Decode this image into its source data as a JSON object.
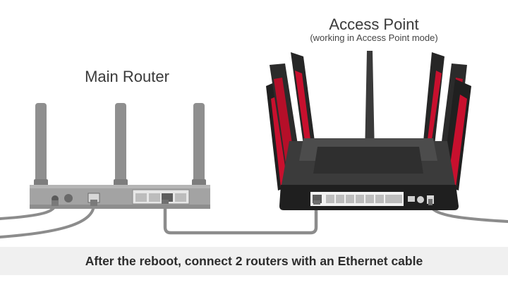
{
  "main_router": {
    "label": "Main Router"
  },
  "access_point": {
    "label": "Access Point",
    "sublabel": "(working in Access Point mode)"
  },
  "caption": "After the reboot, connect 2 routers with an Ethernet cable",
  "colors": {
    "main_router_body": "#9a9a9a",
    "ap_body": "#2a2a2a",
    "ap_accent_red": "#c8102e",
    "cable": "#8c8c8c",
    "caption_bg": "#f0f0f0"
  }
}
